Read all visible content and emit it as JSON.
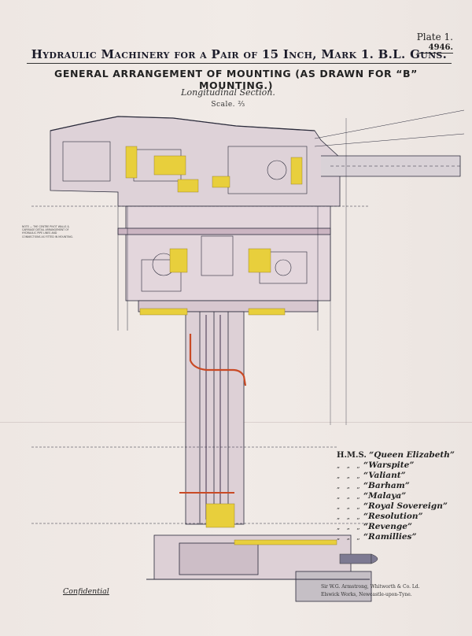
{
  "plate": {
    "label": "Plate 1.",
    "number": "4946."
  },
  "title": "Hydraulic Machinery for a Pair of 15 Inch, Mark 1. B.L. Guns.",
  "subtitle": "GENERAL ARRANGEMENT OF MOUNTING (AS DRAWN FOR “B” MOUNTING.)",
  "section": "Longitudinal Section.",
  "scale": "Scale. ⅔",
  "ships": {
    "prefix": "H.M.S.",
    "ditto": "„ „ „",
    "names": [
      "“Queen Elizabeth”",
      "“Warspite”",
      "“Valiant”",
      "“Barham”",
      "“Malaya”",
      "“Royal Sovereign”",
      "“Resolution”",
      "“Revenge”",
      "“Ramillies”"
    ]
  },
  "confidential": "Confidential",
  "maker": {
    "line1": "Sir W.G. Armstrong, Whitworth & Co. Ld.",
    "line2": "Elswick Works, Newcastle-upon-Tyne."
  },
  "colors": {
    "ink": "#2a2a3a",
    "hydraulic_yellow": "#e8cf3c",
    "structure_pink": "#d9b3c4",
    "pipe_red": "#c94a25",
    "shadow_grey": "#8c8896"
  }
}
